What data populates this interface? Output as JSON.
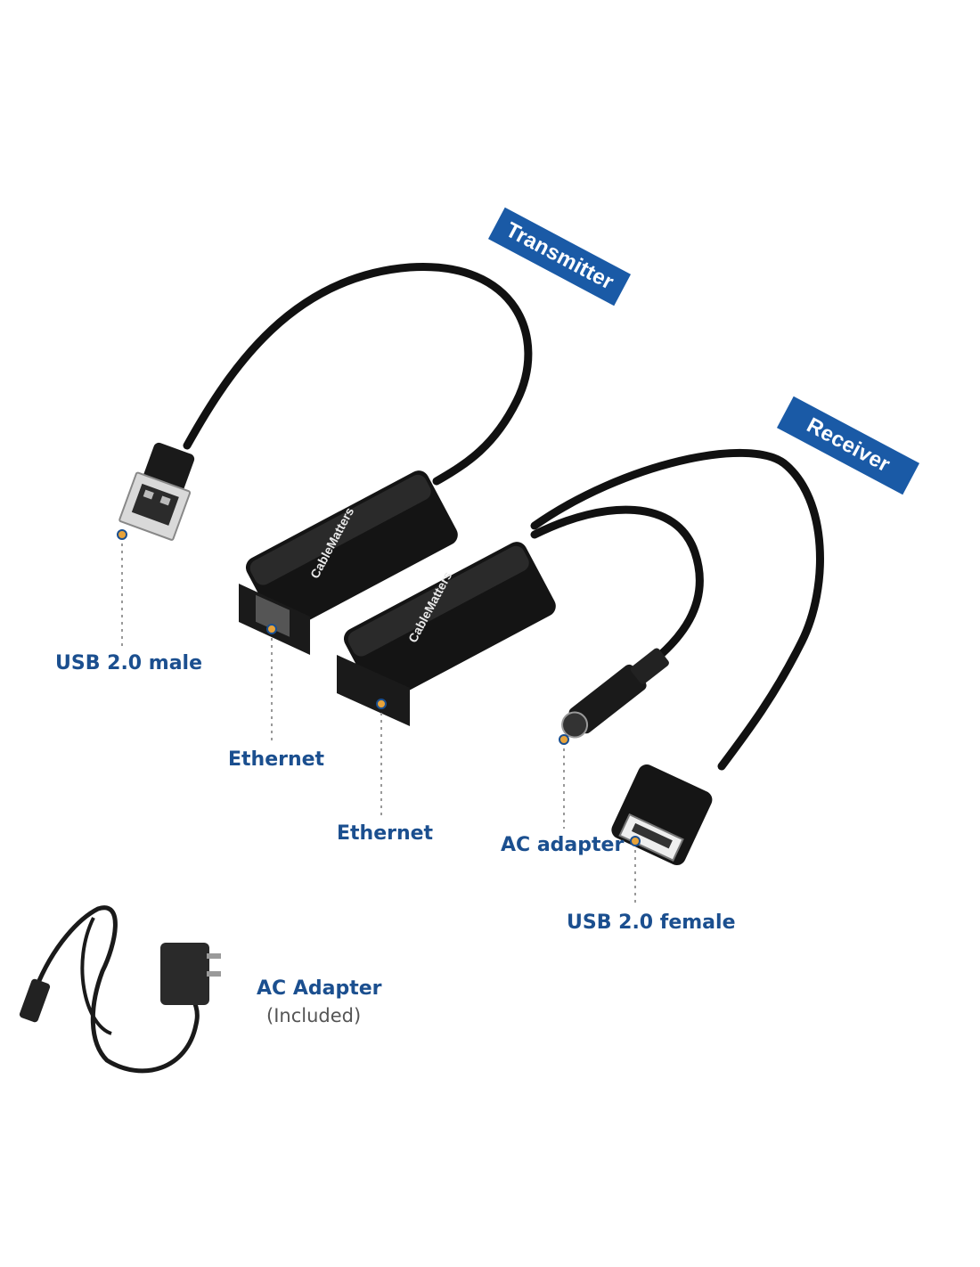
{
  "tags": {
    "transmitter": "Transmitter",
    "receiver": "Receiver"
  },
  "brand": "CableMatters",
  "labels": {
    "usb_male": "USB 2.0 male",
    "ethernet_transmitter": "Ethernet",
    "ethernet_receiver": "Ethernet",
    "ac_adapter_port": "AC adapter",
    "usb_female": "USB 2.0 female",
    "ac_adapter_title": "AC Adapter",
    "ac_adapter_note": "(Included)"
  },
  "colors": {
    "tag_blue": "#1a5aa6",
    "label_blue": "#1b4f8f",
    "device_black": "#141414",
    "dot_orange": "#e8a33a"
  }
}
